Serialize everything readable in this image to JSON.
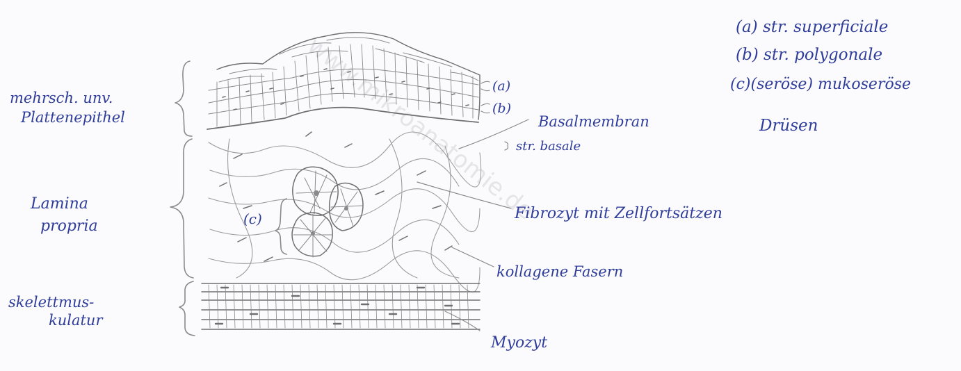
{
  "legend": {
    "a": "(a) str. superficiale",
    "b": "(b) str. polygonale",
    "c_line1": "(c)(seröse) mukoseröse",
    "c_line2": "Drüsen"
  },
  "left_labels": {
    "epithel_line1": "mehrsch. unv.",
    "epithel_line2": "Plattenepithel",
    "lamina_line1": "Lamina",
    "lamina_line2": "propria",
    "muscle_line1": "skelettmus-",
    "muscle_line2": "kulatur"
  },
  "callouts": {
    "a": "(a)",
    "b": "(b)",
    "c": "(c)",
    "basalmembran": "Basalmembran",
    "str_basale": "str. basale",
    "fibrozyt": "Fibrozyt mit Zellfortsätzen",
    "kollagene": "kollagene Fasern",
    "myozyt": "Myozyt"
  },
  "watermark": "www.mikroanatomie.de",
  "colors": {
    "ink": "#2f3d9a",
    "pencil": "#8a8a8a",
    "paper": "#fbfbfd"
  }
}
